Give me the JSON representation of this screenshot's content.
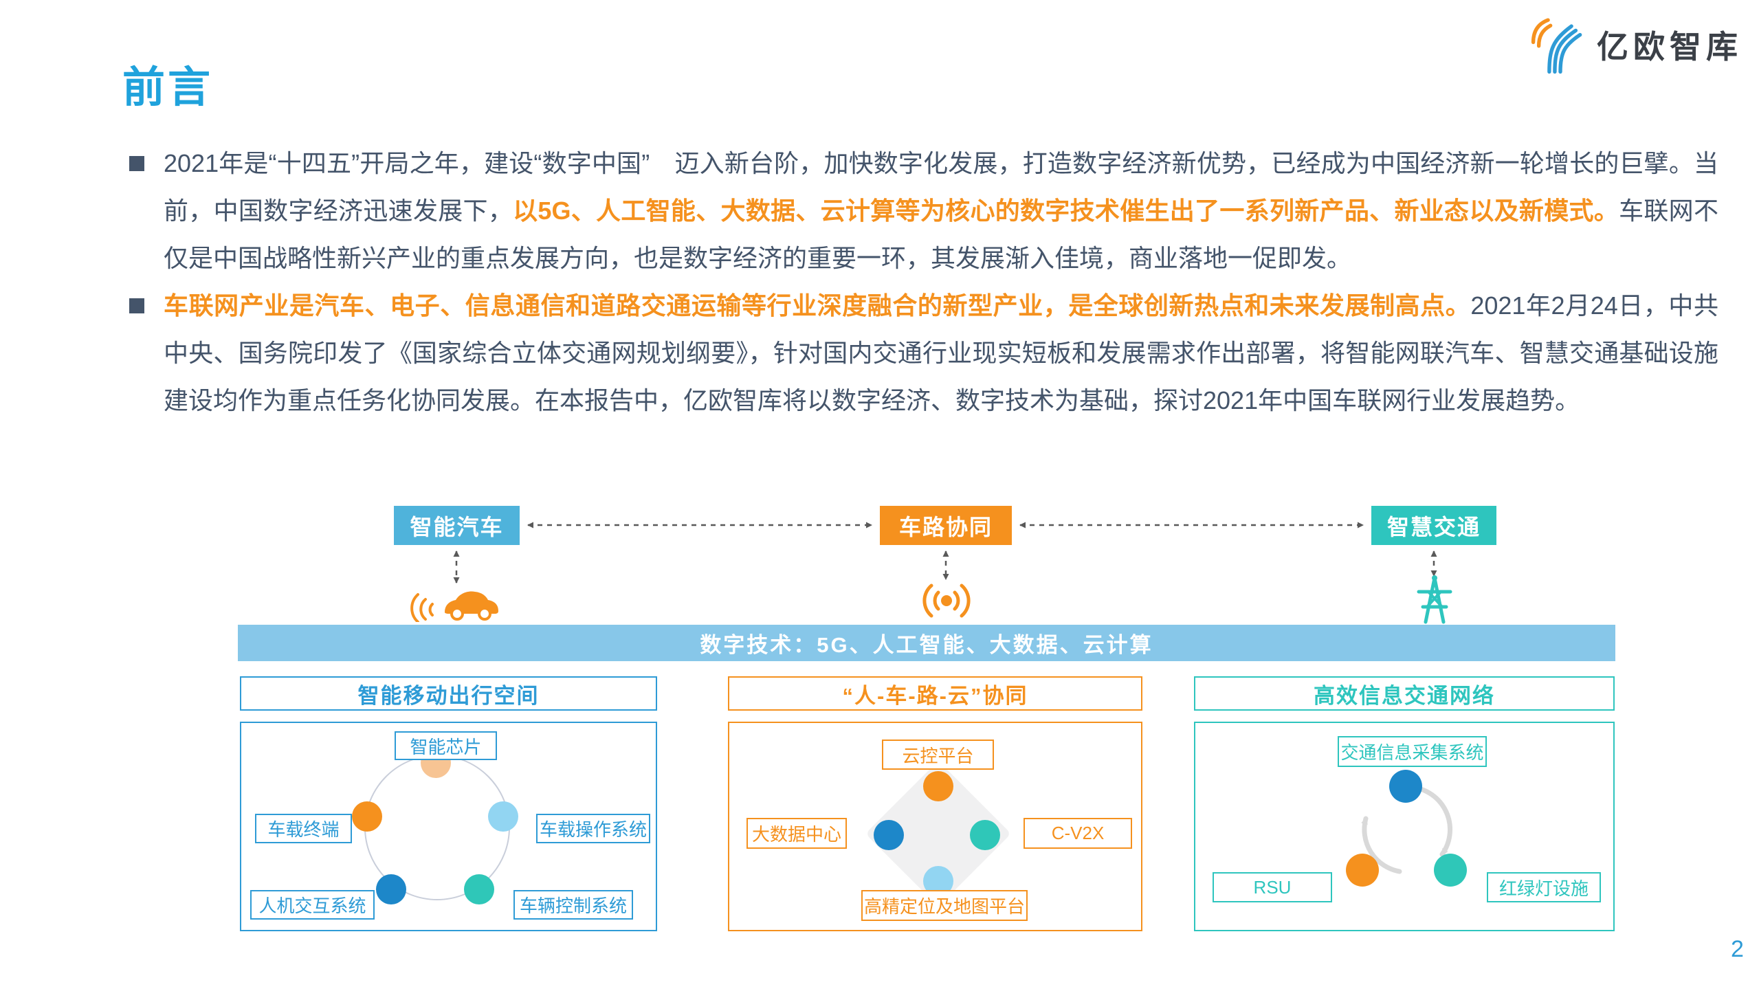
{
  "logo": {
    "text": "亿欧智库"
  },
  "page": {
    "title": "前言",
    "number": "2"
  },
  "intro": {
    "bullet1": {
      "seg1": "2021年是“十四五”开局之年，建设“数字中国”　迈入新台阶，加快数字化发展，打造数字经济新优势，已经成为中国经济新一轮增长的巨擘。当前，中国数字经济迅速发展下，",
      "seg2_highlight": "以5G、人工智能、大数据、云计算等为核心的数字技术催生出了一系列新产品、新业态以及新模式。",
      "seg3": "车联网不仅是中国战略性新兴产业的重点发展方向，也是数字经济的重要一环，其发展渐入佳境，商业落地一促即发。"
    },
    "bullet2": {
      "seg1_highlight": "车联网产业是汽车、电子、信息通信和道路交通运输等行业深度融合的新型产业，是全球创新热点和未来发展制高点。",
      "seg2": "2021年2月24日，中共中央、国务院印发了《国家综合立体交通网规划纲要》，针对国内交通行业现实短板和发展需求作出部署，将智能网联汽车、智慧交通基础设施建设均作为重点任务化协同发展。在本报告中，亿欧智库将以数字经济、数字技术为基础，探讨2021年中国车联网行业发展趋势。"
    }
  },
  "diagram": {
    "top_nodes": [
      {
        "label": "智能汽车"
      },
      {
        "label": "车路协同"
      },
      {
        "label": "智慧交通"
      }
    ],
    "icons": [
      {
        "name": "connected-car-icon"
      },
      {
        "name": "v2x-broadcast-icon"
      },
      {
        "name": "traffic-tower-icon"
      }
    ],
    "banner": "数字技术：5G、人工智能、大数据、云计算",
    "sections": [
      {
        "header": "智能移动出行空间",
        "items": {
          "top": "智能芯片",
          "left": "车载终端",
          "right": "车载操作系统",
          "bottom_left": "人机交互系统",
          "bottom_right": "车辆控制系统"
        }
      },
      {
        "header": "“人-车-路-云”协同",
        "items": {
          "top": "云控平台",
          "left": "大数据中心",
          "right": "C-V2X",
          "bottom": "高精定位及地图平台"
        }
      },
      {
        "header": "高效信息交通网络",
        "items": {
          "top": "交通信息采集系统",
          "bottom_left": "RSU",
          "bottom_right": "红绿灯设施"
        }
      }
    ]
  },
  "colors": {
    "title_blue": "#1FA2DC",
    "body_text": "#44546A",
    "highlight_orange": "#F5911E",
    "node_blue": "#4FB3DB",
    "node_orange": "#F5911E",
    "node_teal": "#2EC5BE",
    "banner_blue": "#87C7E9",
    "header_blue": "#2E9BD6",
    "dot_deep_blue": "#1D87C9",
    "dot_light_blue": "#92D5F2",
    "dot_peach": "#F7C493",
    "dot_teal": "#2FC7B8",
    "arrow_gray": "#595959",
    "ring_gray": "#C9CEDA",
    "cycle_gray": "#D9D9D9",
    "diamond_gray": "#F0F0F1",
    "logo_text": "#3B4047",
    "page_number_blue": "#2E9BD6"
  }
}
